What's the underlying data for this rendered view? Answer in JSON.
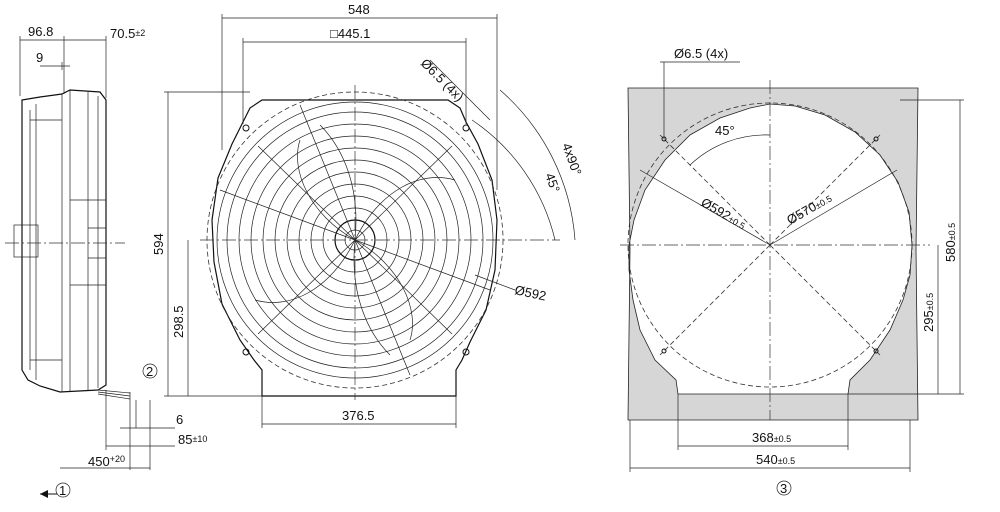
{
  "side_view": {
    "dim_top_left": "96.8",
    "dim_top_right": "70.5",
    "dim_top_right_tol": "±2",
    "dim_9": "9",
    "dim_6": "6",
    "dim_85": "85",
    "dim_85_tol": "±10",
    "dim_450": "450",
    "dim_450_tol": "+20",
    "callout_cable": "2",
    "callout_view": "1"
  },
  "front_view": {
    "dim_width": "548",
    "dim_square": "□445.1",
    "dim_hole": "Ø6.5 (4x)",
    "dim_angle_45": "45°",
    "dim_angle_4x90": "4x90°",
    "dim_height": "594",
    "dim_half_height": "298.5",
    "dim_diameter": "Ø592",
    "dim_bottom": "376.5"
  },
  "cutout": {
    "dim_hole": "Ø6.5 (4x)",
    "dim_angle": "45°",
    "dim_d592": "Ø592",
    "dim_d592_tol": "±0.5",
    "dim_d570": "Ø570",
    "dim_d570_tol": "±0.5",
    "dim_580": "580",
    "dim_580_tol": "±0.5",
    "dim_295": "295",
    "dim_295_tol": "±0.5",
    "dim_368": "368",
    "dim_368_tol": "±0.5",
    "dim_540": "540",
    "dim_540_tol": "±0.5",
    "callout": "3"
  }
}
